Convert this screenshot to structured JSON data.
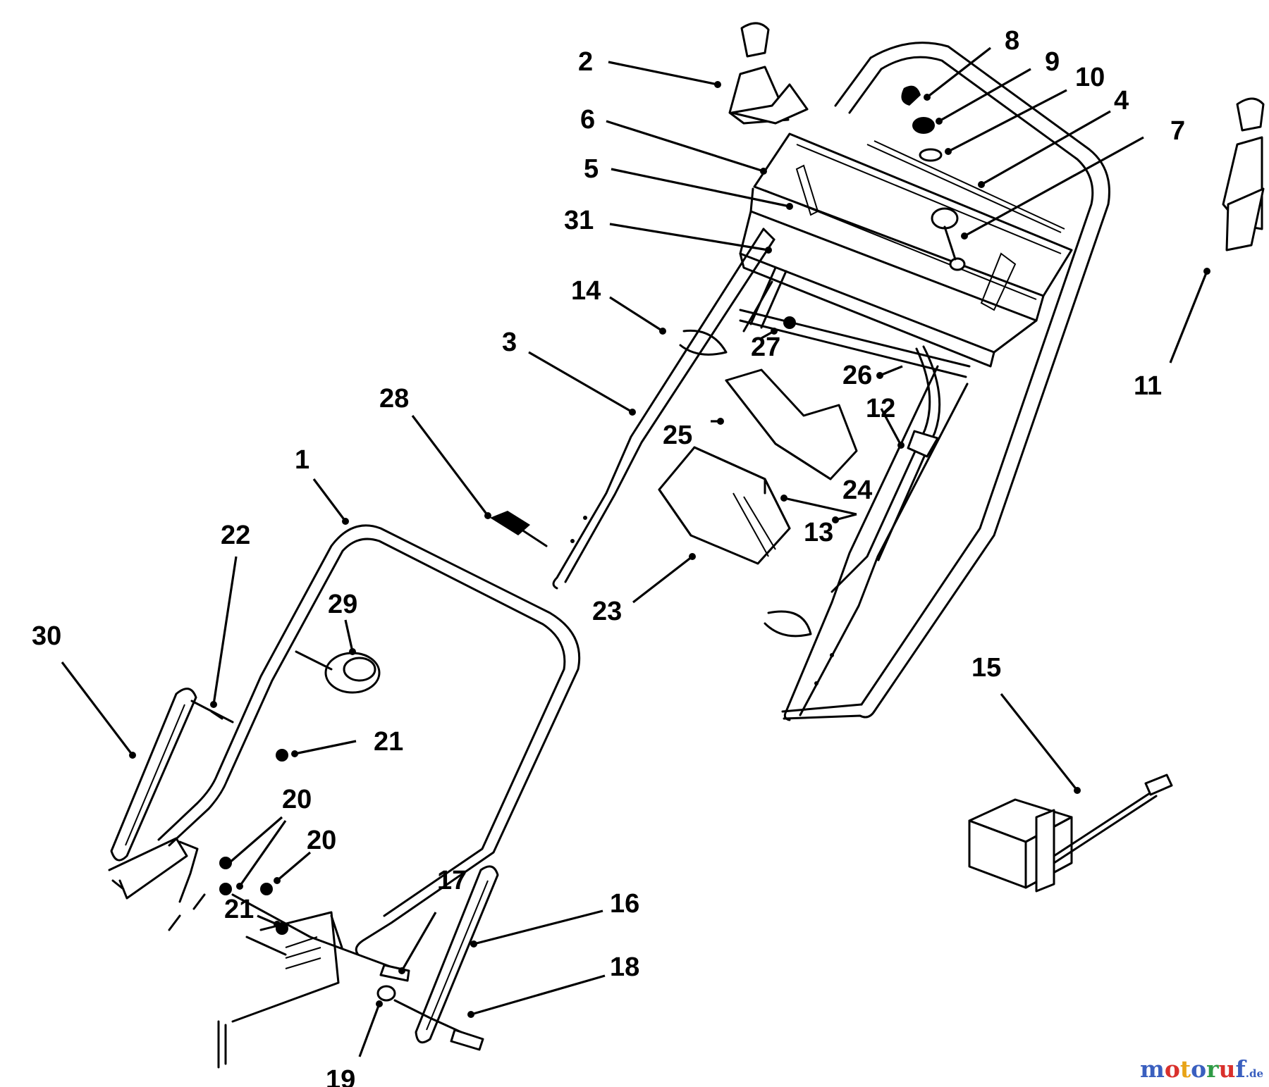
{
  "diagram": {
    "parts": [
      {
        "id": "1",
        "label": "1"
      },
      {
        "id": "2",
        "label": "2"
      },
      {
        "id": "3",
        "label": "3"
      },
      {
        "id": "4",
        "label": "4"
      },
      {
        "id": "5",
        "label": "5"
      },
      {
        "id": "6",
        "label": "6"
      },
      {
        "id": "7",
        "label": "7"
      },
      {
        "id": "8",
        "label": "8"
      },
      {
        "id": "9",
        "label": "9"
      },
      {
        "id": "10",
        "label": "10"
      },
      {
        "id": "11",
        "label": "11"
      },
      {
        "id": "12",
        "label": "12"
      },
      {
        "id": "13",
        "label": "13"
      },
      {
        "id": "14",
        "label": "14"
      },
      {
        "id": "15",
        "label": "15"
      },
      {
        "id": "16",
        "label": "16"
      },
      {
        "id": "17",
        "label": "17"
      },
      {
        "id": "18",
        "label": "18"
      },
      {
        "id": "19",
        "label": "19"
      },
      {
        "id": "20a",
        "label": "20"
      },
      {
        "id": "20b",
        "label": "20"
      },
      {
        "id": "21a",
        "label": "21"
      },
      {
        "id": "21b",
        "label": "21"
      },
      {
        "id": "21c",
        "label": "21"
      },
      {
        "id": "22",
        "label": "22"
      },
      {
        "id": "23",
        "label": "23"
      },
      {
        "id": "24",
        "label": "24"
      },
      {
        "id": "25",
        "label": "25"
      },
      {
        "id": "26",
        "label": "26"
      },
      {
        "id": "27",
        "label": "27"
      },
      {
        "id": "28",
        "label": "28"
      },
      {
        "id": "29",
        "label": "29"
      },
      {
        "id": "30",
        "label": "30"
      },
      {
        "id": "31",
        "label": "31"
      }
    ]
  },
  "watermark": {
    "m": "m",
    "o1": "o",
    "t": "t",
    "o2": "o",
    "r": "r",
    "u": "u",
    "f": "f",
    "suffix": ".de",
    "colors": {
      "m": "#3a5fbf",
      "o1": "#d9302c",
      "t": "#e8a317",
      "o2": "#3a5fbf",
      "r": "#2e9b45",
      "u": "#d9302c",
      "f": "#3a5fbf"
    }
  }
}
